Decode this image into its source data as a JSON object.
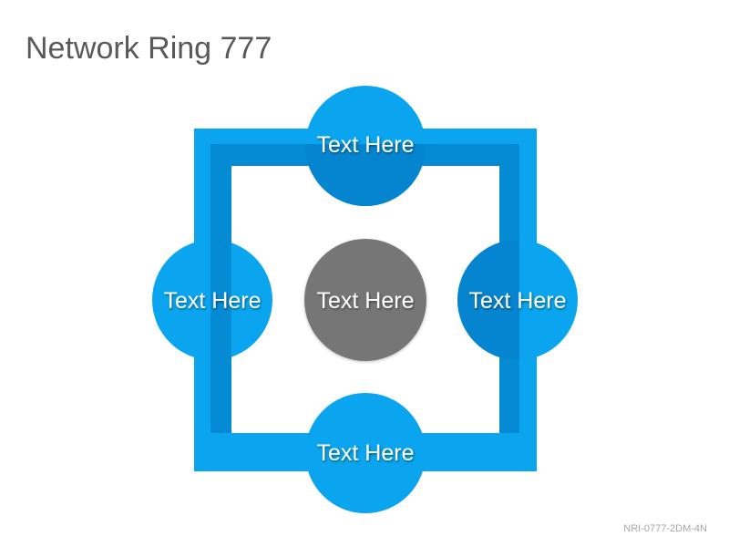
{
  "title": "Network Ring 777",
  "code": "NRI-0777-2DM-4N",
  "colors": {
    "ring": "#0aa5ee",
    "ring_shadow": "#0585cf",
    "node": "#0aa5ee",
    "node_overlap": "#0585cf",
    "center_node": "#767676",
    "text": "#ffffff",
    "title_text": "#595959"
  },
  "nodes": {
    "top": {
      "label": "Text Here"
    },
    "left": {
      "label": "Text Here"
    },
    "center": {
      "label": "Text Here"
    },
    "right": {
      "label": "Text Here"
    },
    "bottom": {
      "label": "Text Here"
    }
  }
}
